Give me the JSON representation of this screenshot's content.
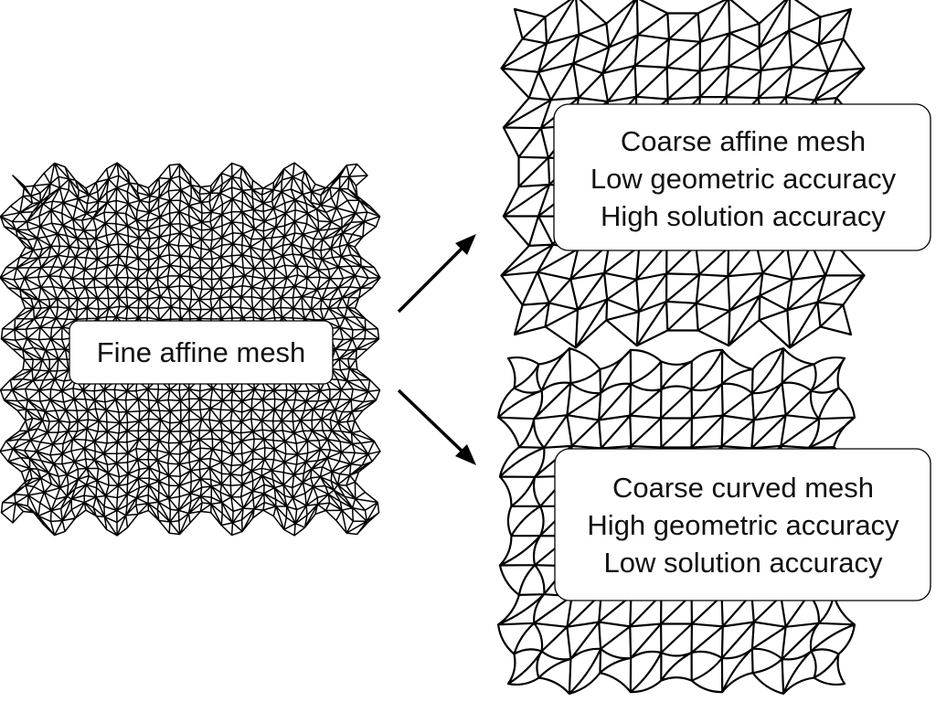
{
  "labels": {
    "fine": {
      "line1": "Fine affine mesh"
    },
    "coarse_affine": {
      "line1": "Coarse affine mesh",
      "line2": "Low geometric accuracy",
      "line3": "High solution accuracy"
    },
    "coarse_curved": {
      "line1": "Coarse curved mesh",
      "line2": "High geometric accuracy",
      "line3": "Low solution accuracy"
    }
  },
  "colors": {
    "line": "#000000",
    "background": "#ffffff",
    "box_fill": "#ffffff"
  },
  "icons": {
    "arrows": [
      "arrow-up-right-icon",
      "arrow-down-right-icon"
    ]
  }
}
